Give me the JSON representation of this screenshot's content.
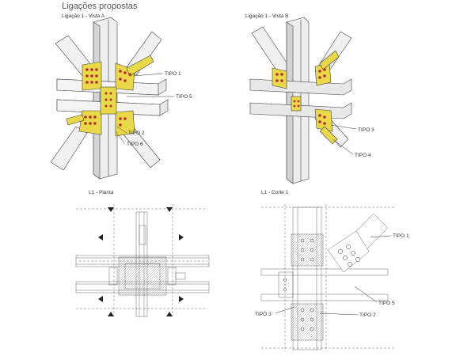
{
  "title": "Ligações propostas",
  "views": {
    "view_a": "Ligação 1 - Vista A",
    "view_b": "Ligação 1 - Vista B",
    "plan": "L1 - Planta",
    "section": "L1 - Corte 1"
  },
  "callouts": {
    "tipo_1": "TIPO 1",
    "tipo_2": "TIPO 2",
    "tipo_3": "TIPO 3",
    "tipo_4": "TIPO 4",
    "tipo_5": "TIPO 5",
    "tipo_6": "TIPO 6"
  },
  "colors": {
    "plate_yellow": "#e8d84a",
    "bolt_red": "#b0302a",
    "steel_light": "#eeeeee",
    "steel_shade": "#c8c8c8",
    "line": "#333333"
  }
}
